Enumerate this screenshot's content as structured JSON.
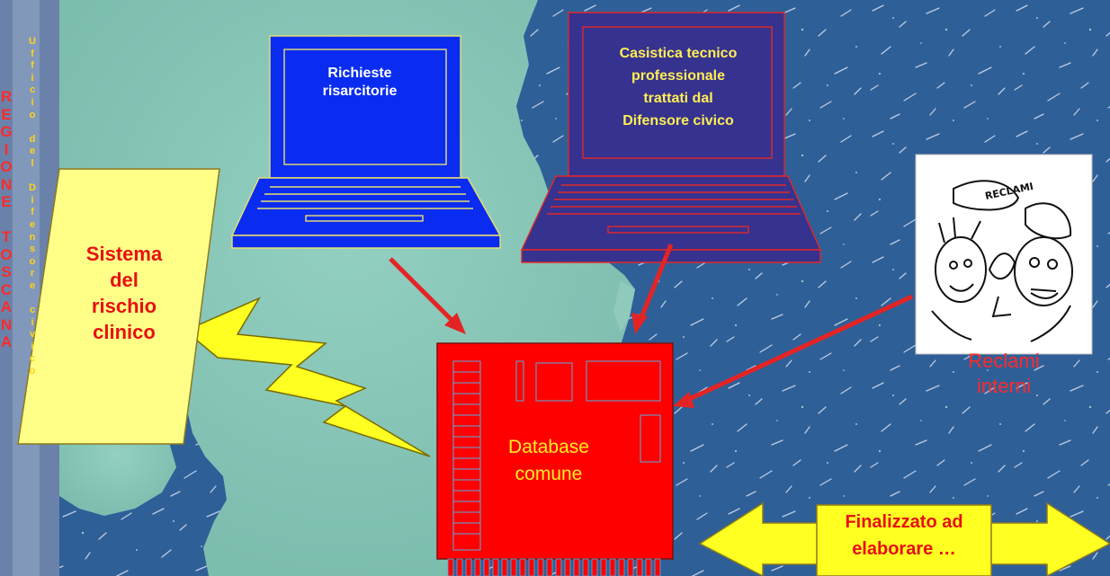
{
  "sidebar": {
    "region_vertical": "REGIONE TOSCANA",
    "office_vertical": "Ufficio del Difensore civico"
  },
  "sources": {
    "laptop1": [
      "Richieste",
      "risarcitorie"
    ],
    "laptop2": [
      "Casistica tecnico",
      "professionale",
      "trattati dal",
      "Difensore civico"
    ],
    "reclami": [
      "Reclami",
      "interni"
    ],
    "reclami_cartoon_caption": "RECLAMI"
  },
  "rischio_box": [
    "Sistema",
    "del",
    "rischio",
    "clinico"
  ],
  "database": [
    "Database",
    "comune"
  ],
  "finalizzato": [
    "Finalizzato ad",
    "elaborare …"
  ],
  "colors": {
    "background_sea": "#2f5f97",
    "land": "#86c7b8",
    "laptop1_fill": "#0a2cf0",
    "laptop2_fill": "#36328f",
    "database_fill": "#ff0000",
    "rischio_fill": "#ffff88",
    "lightning_fill": "#ffff22",
    "arrow_red": "#e42424",
    "double_arrow_fill": "#ffff22"
  }
}
